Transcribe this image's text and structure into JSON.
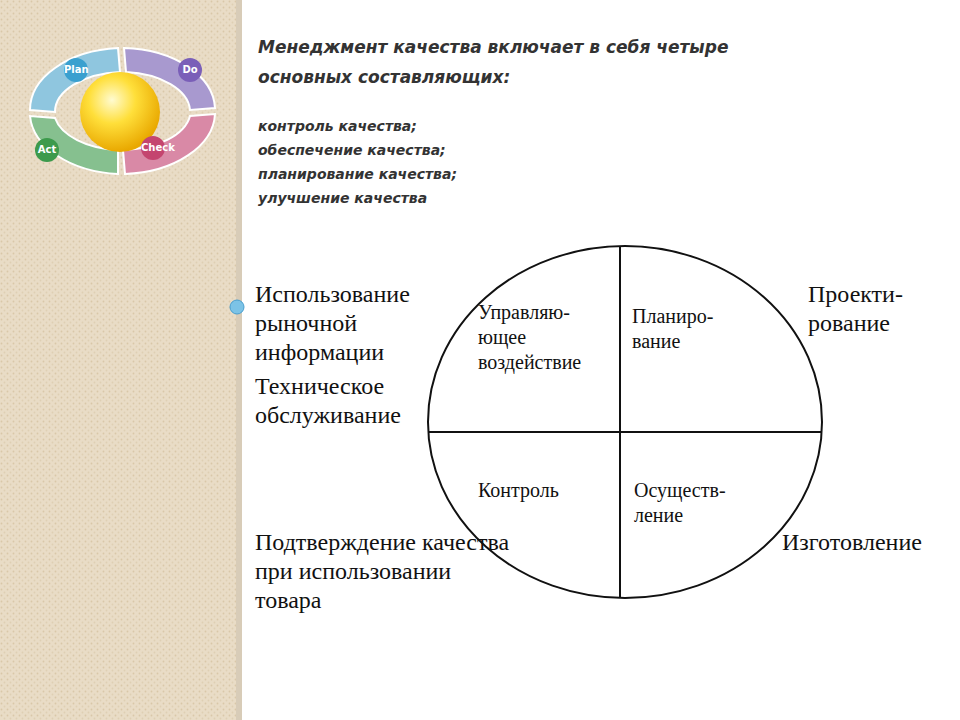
{
  "diagram": {
    "title": "Менеджмент качества включает в себя четыре основных составляющих:",
    "nodes": [
      {
        "text": [
          "Управляю- ющее воздействие"
        ]
      },
      {
        "text": [
          "Планиро- вание"
        ]
      },
      {
        "text": [
          "Контроль"
        ]
      },
      {
        "text": [
          "Осуществ- ление"
        ]
      }
    ],
    "labels": [
      "Plan",
      "Do",
      "Act",
      "Check",
      "контроль качества;",
      "обеспечение качества;",
      "планирование качества;",
      "улучшение качества",
      "Использование рыночной информации",
      "Техническое обслуживание",
      "Проекти- рование",
      "Подтверждение качества при использовании товара",
      "Изготовление"
    ]
  }
}
